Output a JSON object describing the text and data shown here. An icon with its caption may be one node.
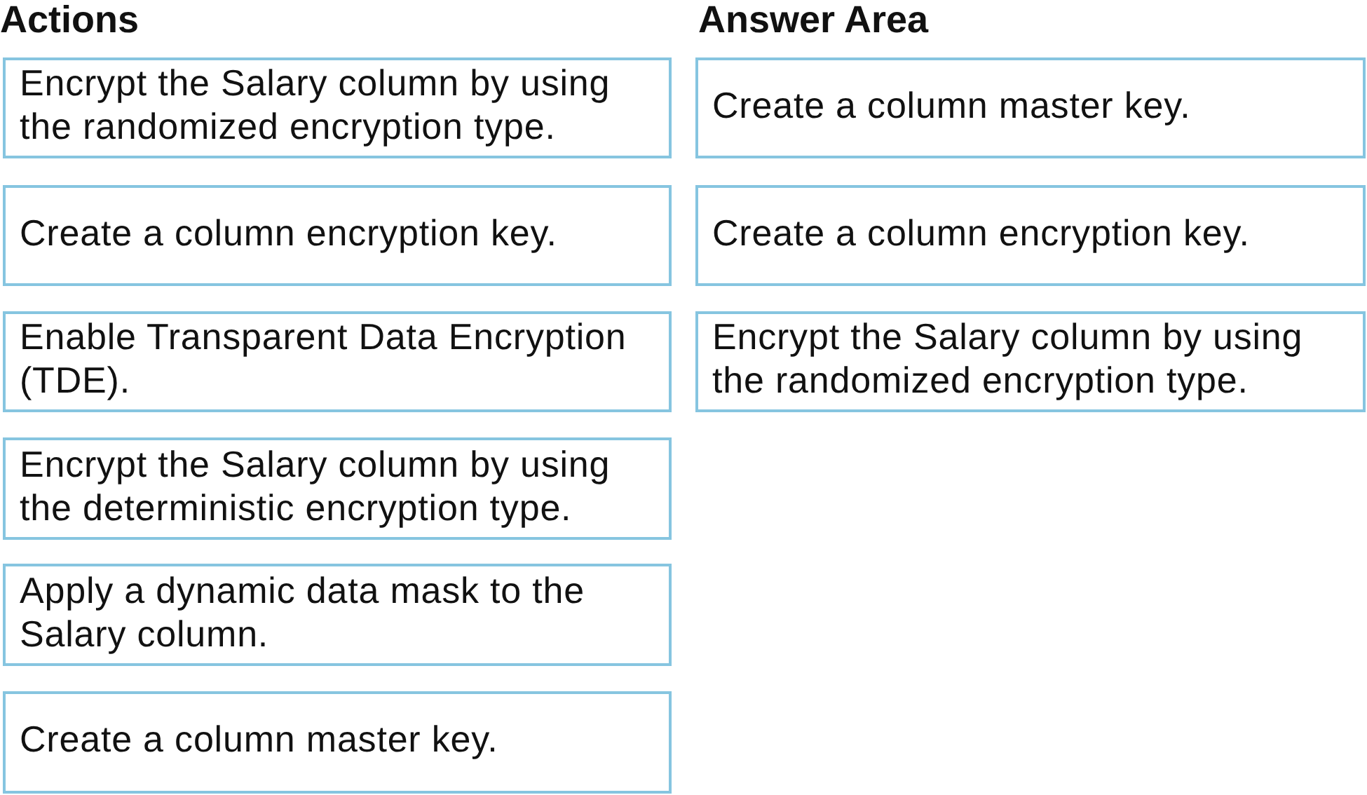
{
  "diagram": {
    "nodes": [
      {
        "text": [
          "Encrypt the Salary column by using the randomized encryption type."
        ]
      },
      {
        "text": [
          "Create a column encryption key."
        ]
      },
      {
        "text": [
          "Enable Transparent Data Encryption (TDE)."
        ]
      },
      {
        "text": [
          "Encrypt the Salary column by using the deterministic encryption type."
        ]
      },
      {
        "text": [
          "Apply a dynamic data mask to the Salary column."
        ]
      },
      {
        "text": [
          "Create a column master key."
        ]
      },
      {
        "text": [
          "Create a column master key."
        ]
      },
      {
        "text": [
          "Create a column encryption key."
        ]
      },
      {
        "text": [
          "Encrypt the Salary column by using the randomized encryption type."
        ]
      }
    ],
    "labels": [
      "Actions",
      "Answer Area"
    ]
  }
}
